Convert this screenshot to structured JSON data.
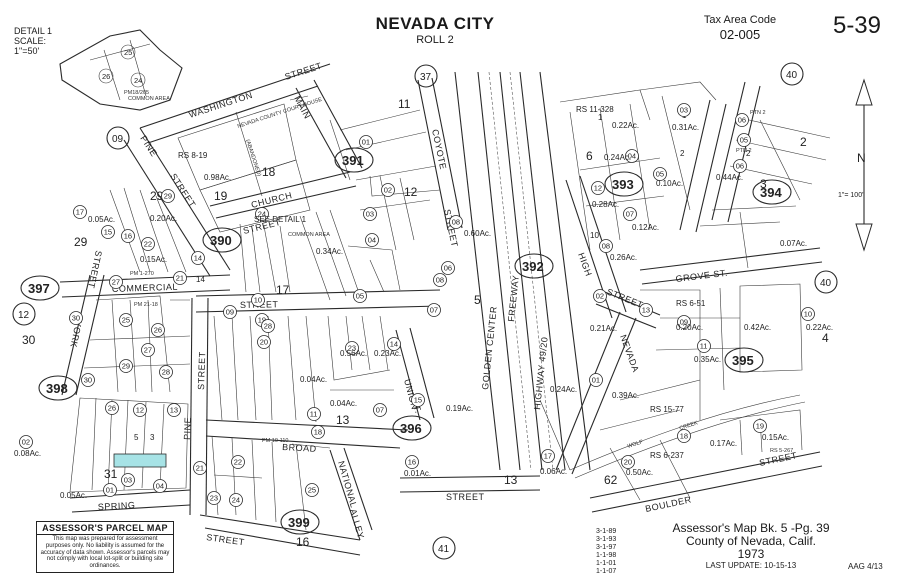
{
  "header": {
    "city": "NEVADA CITY",
    "roll": "ROLL 2",
    "tax_area_label": "Tax Area Code",
    "tax_area_code": "02-005",
    "page_number": "5-39"
  },
  "detail": {
    "title": "DETAIL 1",
    "scale_label": "SCALE:",
    "scale_value": "1\"=50'",
    "pm_label": "PM18/205",
    "common_area": "COMMON AREA"
  },
  "scale_north": "1\"= 100'",
  "legend": {
    "title": "ASSESSOR'S PARCEL MAP",
    "text": "This map was prepared for assessment purposes only. No liability is assumed for the accuracy of data shown. Assessor's parcels may not comply with local lot-split or building site ordinances."
  },
  "footer": {
    "line1": "Assessor's Map Bk. 5 -Pg. 39",
    "line2": "County of Nevada, Calif.",
    "line3": "1973",
    "line4": "LAST UPDATE: 10-15-13",
    "revisions": [
      "3-1-89",
      "3-1-93",
      "3-1-97",
      "1-1-98",
      "1-1-01",
      "1-1-07"
    ],
    "stamp": "AAG 4/13"
  },
  "streets": [
    "WASHINGTON",
    "STREET",
    "MAIN",
    "COYOTE",
    "STREET",
    "PINE",
    "STREET",
    "CHURCH",
    "STREET",
    "COMMERCIAL",
    "YORK",
    "STREET",
    "STREET",
    "BROAD",
    "SPRING",
    "STREET",
    "NATIONAL",
    "ALLEY",
    "UNION",
    "ST.",
    "STREET",
    "GOLDEN CENTER",
    "FREEWAY",
    "HIGHWAY 49/20",
    "HIGH",
    "STREET",
    "NEVADA",
    "GROVE ST.",
    "BOULDER",
    "STREET",
    "WOLF",
    "CREEK",
    "PINE",
    "STREET"
  ],
  "adjacent_pages": [
    "37",
    "40",
    "09",
    "12",
    "40",
    "41"
  ],
  "book_pages": [
    {
      "n": "391"
    },
    {
      "n": "390"
    },
    {
      "n": "392"
    },
    {
      "n": "393"
    },
    {
      "n": "394"
    },
    {
      "n": "397"
    },
    {
      "n": "398"
    },
    {
      "n": "396"
    },
    {
      "n": "395"
    },
    {
      "n": "399"
    }
  ],
  "block_numbers": [
    "18",
    "19",
    "29",
    "29",
    "11",
    "17",
    "12",
    "13",
    "5",
    "6",
    "3",
    "2",
    "4",
    "13",
    "62",
    "31",
    "30",
    "16",
    "1",
    "10",
    "2",
    "14",
    "1",
    "2",
    "3",
    "5"
  ],
  "parcels": [
    {
      "n": "01"
    },
    {
      "n": "02"
    },
    {
      "n": "03"
    },
    {
      "n": "04"
    },
    {
      "n": "05"
    },
    {
      "n": "06"
    },
    {
      "n": "07"
    },
    {
      "n": "08"
    },
    {
      "n": "09"
    },
    {
      "n": "10"
    },
    {
      "n": "11"
    },
    {
      "n": "12"
    },
    {
      "n": "13"
    },
    {
      "n": "14"
    },
    {
      "n": "15"
    },
    {
      "n": "16"
    },
    {
      "n": "17"
    },
    {
      "n": "18"
    },
    {
      "n": "19"
    },
    {
      "n": "20"
    },
    {
      "n": "21"
    },
    {
      "n": "22"
    },
    {
      "n": "23"
    },
    {
      "n": "24"
    },
    {
      "n": "25"
    },
    {
      "n": "26"
    },
    {
      "n": "27"
    },
    {
      "n": "28"
    },
    {
      "n": "29"
    },
    {
      "n": "30"
    }
  ],
  "areas": [
    "0.98Ac.",
    "0.22Ac.",
    "0.31Ac.",
    "0.24Ac.",
    "0.10Ac.",
    "0.44Ac.",
    "0.28Ac.",
    "0.12Ac.",
    "0.26Ac.",
    "0.07Ac.",
    "0.05Ac.",
    "0.20Ac.",
    "0.15Ac.",
    "0.34Ac.",
    "0.60Ac.",
    "0.21Ac.",
    "0.20Ac.",
    "0.42Ac.",
    "0.22Ac.",
    "0.35Ac.",
    "0.56Ac.",
    "0.23Ac.",
    "0.04Ac.",
    "0.04Ac.",
    "0.19Ac.",
    "0.24Ac.",
    "0.39Ac.",
    "0.17Ac.",
    "0.15Ac.",
    "0.50Ac.",
    "0.06Ac.",
    "0.01Ac.",
    "0.08Ac.",
    "0.05Ac."
  ],
  "labels": {
    "court_house": "NEVADA COUNTY COURT HOUSE",
    "abandoned": "(ABANDONED)",
    "see_detail": "SEE DETAIL 1",
    "common_area": "COMMON AREA",
    "rs_819": "RS 8-19",
    "rs_11328": "RS 11-328",
    "rs_651": "RS 6-51",
    "rs_1577": "RS 15-77",
    "rs_6237": "RS 6-237",
    "rs_5267": "RS 5-267",
    "pm_1270": "PM 1-270",
    "pm_2118": "PM 21-18",
    "pm_10110": "PM 10-110",
    "ptn2a": "PTN 2",
    "ptn2b": "PTN 2"
  },
  "highlight_color": "#a7e3e6",
  "line_color": "#2a2a2a"
}
